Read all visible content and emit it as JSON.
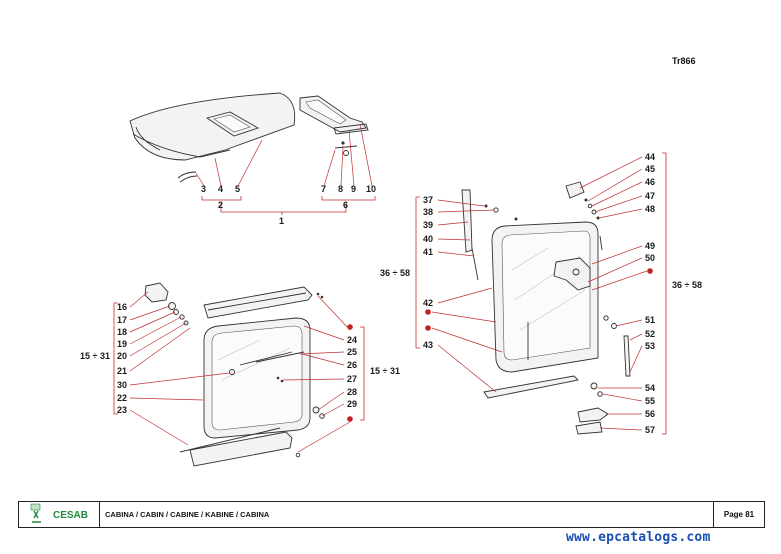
{
  "sheet_code": "Tr866",
  "footer": {
    "brand": "CESAB",
    "title": "CABINA / CABIN / CABINE / KABINE  / CABINA",
    "page": "Page 81"
  },
  "watermark": "www.epcatalogs.com",
  "roof_group": {
    "labels": [
      "3",
      "4",
      "5",
      "7",
      "8",
      "9",
      "10",
      "2",
      "6",
      "1"
    ]
  },
  "front_window_group": {
    "left_labels": [
      "16",
      "17",
      "18",
      "19",
      "20",
      "21",
      "30",
      "22",
      "23"
    ],
    "right_labels": [
      "24",
      "25",
      "26",
      "27",
      "28",
      "29"
    ],
    "left_range": "15 ÷ 31",
    "right_range": "15 ÷ 31"
  },
  "door_group": {
    "left_labels": [
      "37",
      "38",
      "39",
      "40",
      "41",
      "42",
      "43"
    ],
    "right_labels": [
      "44",
      "45",
      "46",
      "47",
      "48",
      "49",
      "50",
      "51",
      "52",
      "53",
      "54",
      "55",
      "56",
      "57"
    ],
    "left_range": "36 ÷ 58",
    "right_range": "36 ÷ 58"
  },
  "colors": {
    "leader": "#c03030",
    "brand_green": "#1e8a3a",
    "watermark_blue": "#1b4fb0"
  }
}
